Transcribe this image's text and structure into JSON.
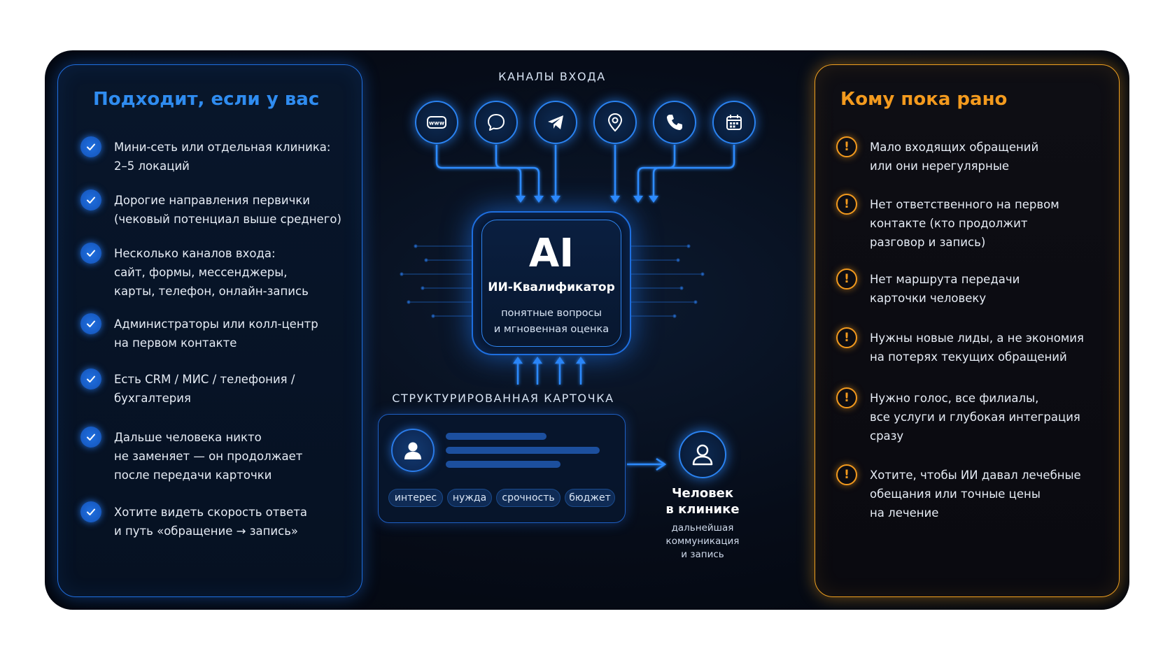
{
  "left_panel": {
    "title": "Подходит, если у вас",
    "items": [
      "Мини-сеть или отдельная клиника:\n2–5 локаций",
      "Дорогие направления первички\n(чековый потенциал выше среднего)",
      "Несколько каналов входа:\nсайт, формы, мессенджеры,\nкарты, телефон, онлайн-запись",
      "Администраторы или колл-центр\nна первом контакте",
      "Есть CRM / МИС / телефония /\nбухгалтерия",
      "Дальше человека никто\nне заменяет — он продолжает\nпосле передачи карточки",
      "Хотите видеть скорость ответа\nи путь «обращение → запись»"
    ]
  },
  "right_panel": {
    "title": "Кому пока рано",
    "items": [
      "Мало входящих обращений\nили они нерегулярные",
      "Нет ответственного на первом\nконтакте (кто продолжит\nразговор и запись)",
      "Нет маршрута передачи\nкарточки человеку",
      "Нужны новые лиды, а не экономия\nна потерях текущих обращений",
      "Нужно голос, все филиалы,\nвсе услуги и глубокая интеграция\nсразу",
      "Хотите, чтобы ИИ давал лечебные\nобещания или точные цены\nна лечение"
    ]
  },
  "center": {
    "channels_label": "КАНАЛЫ ВХОДА",
    "channels": [
      {
        "icon": "www-icon",
        "text": "www"
      },
      {
        "icon": "chat-icon"
      },
      {
        "icon": "telegram-icon"
      },
      {
        "icon": "map-pin-icon"
      },
      {
        "icon": "phone-icon"
      },
      {
        "icon": "calendar-icon"
      }
    ],
    "chip": {
      "big": "AI",
      "name": "ИИ-Квалификатор",
      "sub": "понятные вопросы\nи мгновенная оценка"
    },
    "card_label": "СТРУКТУРИРОВАННАЯ КАРТОЧКА",
    "card_tags": [
      "интерес",
      "нужда",
      "срочность",
      "бюджет"
    ],
    "human": {
      "title": "Человек\nв клинике",
      "sub": "дальнейшая\nкоммуникация\nи запись"
    }
  },
  "colors": {
    "accent_blue": "#2f8cf0",
    "accent_orange": "#f39a1e",
    "background": "#060c18"
  }
}
